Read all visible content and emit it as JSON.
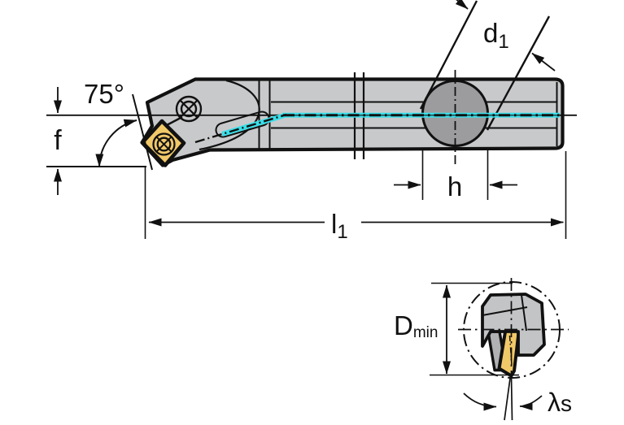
{
  "labels": {
    "lead_angle": "75°",
    "head_offset": "f",
    "shank_diameter": {
      "base": "d",
      "sub": "1"
    },
    "clamping_width": "h",
    "overall_length": {
      "base": "l",
      "sub": "1"
    },
    "min_bore_diameter": {
      "base": "D",
      "sub": "min"
    },
    "inclination_angle": {
      "base": "λ",
      "sub": "s"
    }
  },
  "colors": {
    "background": "#ffffff",
    "line": "#111111",
    "tool_gray": "#c8c9cb",
    "clamp_gray": "#9c9c9e",
    "insert_gold": "#f2c969",
    "coolant_cyan": "#38dfe9",
    "section_gray": "#c3c4c6",
    "section_tab_gray": "#b0b1b3"
  }
}
